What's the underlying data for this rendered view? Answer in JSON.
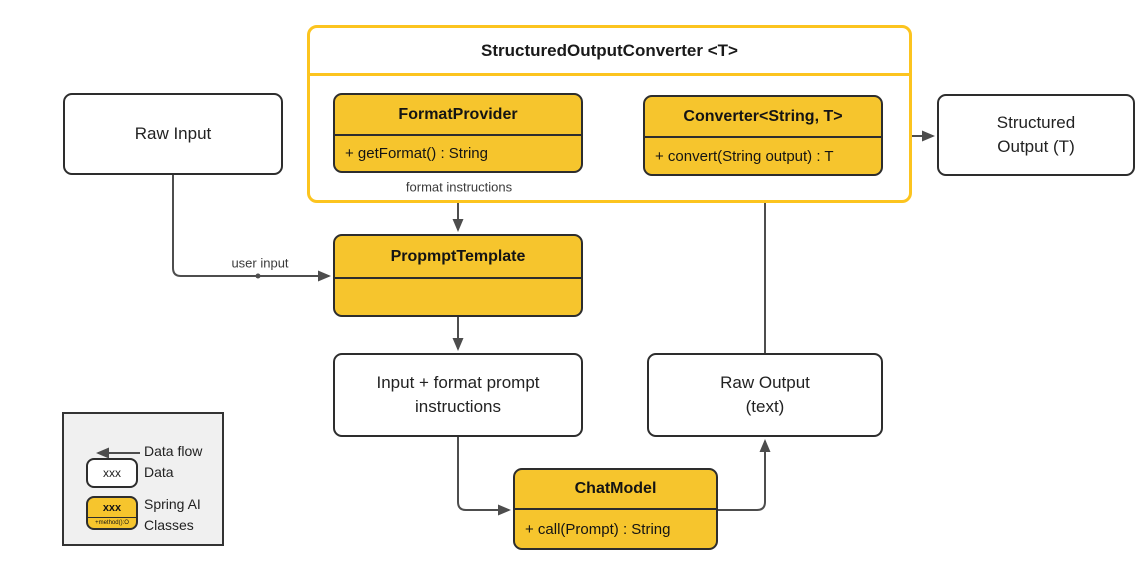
{
  "diagram": {
    "container": {
      "title": "StructuredOutputConverter <T>"
    },
    "classes": {
      "format_provider": {
        "title": "FormatProvider",
        "method": "+ getFormat() : String"
      },
      "converter": {
        "title": "Converter<String, T>",
        "method": "+ convert(String output) : T"
      },
      "prompt_template": {
        "title": "PropmptTemplate"
      },
      "chat_model": {
        "title": "ChatModel",
        "method": "+ call(Prompt) : String"
      }
    },
    "data_nodes": {
      "raw_input": {
        "line1": "Raw Input"
      },
      "structured_output": {
        "line1": "Structured",
        "line2": "Output (T)"
      },
      "input_format": {
        "line1": "Input + format prompt",
        "line2": "instructions"
      },
      "raw_output": {
        "line1": "Raw Output",
        "line2": "(text)"
      }
    },
    "edge_labels": {
      "user_input": "user input",
      "format_instructions": "format instructions"
    },
    "legend": {
      "data_flow_label": "Data flow",
      "data_label": "Data",
      "spring_ai_line1": "Spring AI",
      "spring_ai_line2": "Classes",
      "sample_text": "xxx",
      "sample_method": "+method():O"
    },
    "colors": {
      "class_fill": "#f6c52d",
      "container_border": "#fcc41f",
      "node_border": "#2d2d2d",
      "arrow": "#4d4d4d",
      "legend_background": "#f0f0f0",
      "text": "#1f1f1f"
    }
  }
}
